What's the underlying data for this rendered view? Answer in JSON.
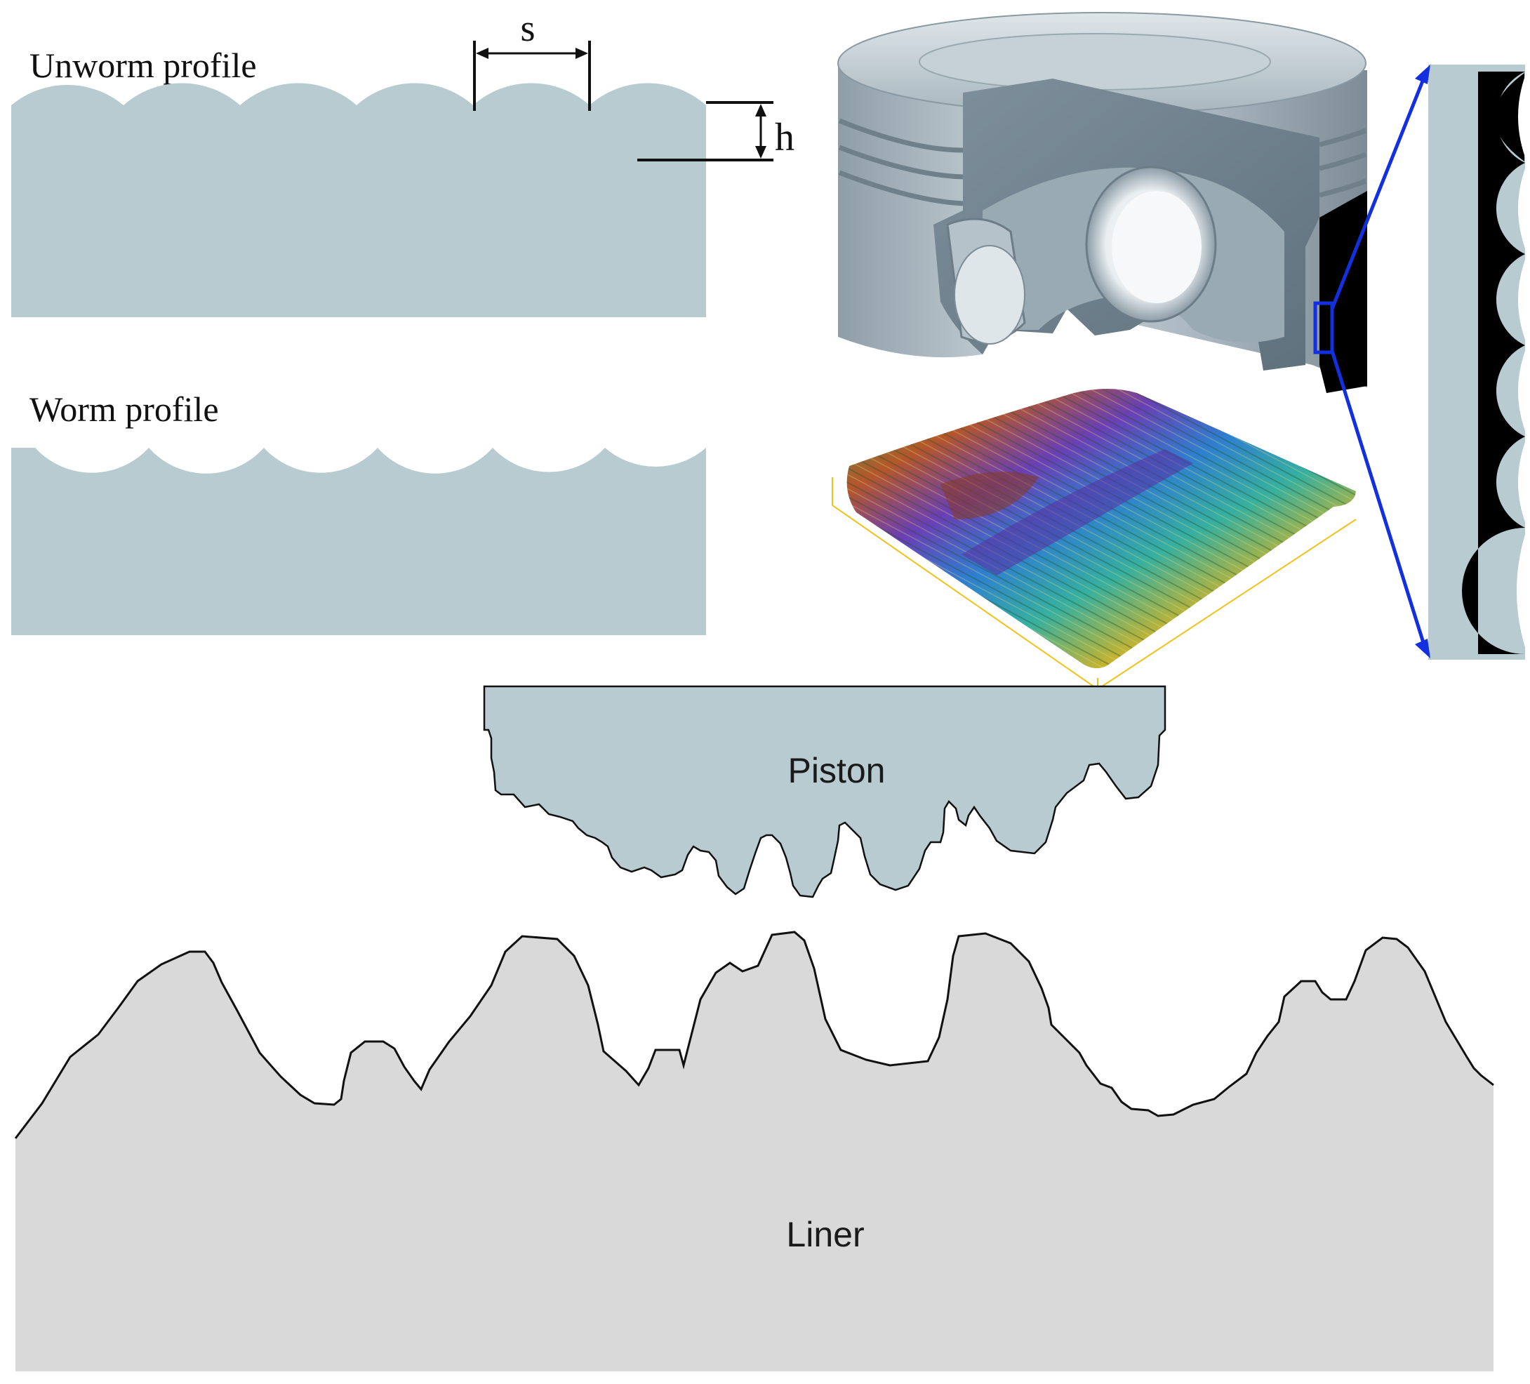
{
  "labels": {
    "unworm_profile": "Unworm profile",
    "worm_profile": "Worm profile",
    "spacing": "s",
    "height": "h",
    "piston": "Piston",
    "liner": "Liner"
  },
  "colors": {
    "profile_fill": "#b7cbd1",
    "liner_fill": "#d9d9d9",
    "outline": "#111111",
    "zoom_lines": "#1230e0",
    "dimples": "#000000",
    "surface_box": "#f2c21b"
  },
  "icons": {
    "piston_render": "piston-cutaway-illustration",
    "surface_scan": "3d-surface-topography-map"
  }
}
